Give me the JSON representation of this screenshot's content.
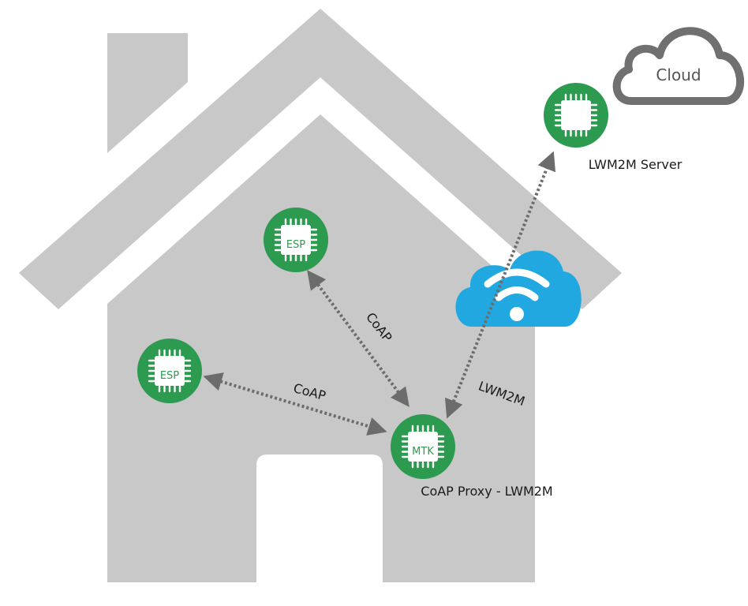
{
  "nodes": {
    "esp_top": {
      "chip_label": "ESP"
    },
    "esp_left": {
      "chip_label": "ESP"
    },
    "mtk": {
      "chip_label": "MTK",
      "caption": "CoAP Proxy - LWM2M"
    },
    "server": {
      "caption": "LWM2M Server"
    }
  },
  "cloud": {
    "label": "Cloud"
  },
  "links": {
    "esp_top_mtk": "CoAP",
    "esp_left_mtk": "CoAP",
    "mtk_server": "LWM2M"
  },
  "colors": {
    "house": "#c8c8c9",
    "chip_green": "#2c9a4f",
    "wifi_cloud": "#22a8e0",
    "outline_cloud": "#707070",
    "arrow": "#6c6c6c"
  }
}
